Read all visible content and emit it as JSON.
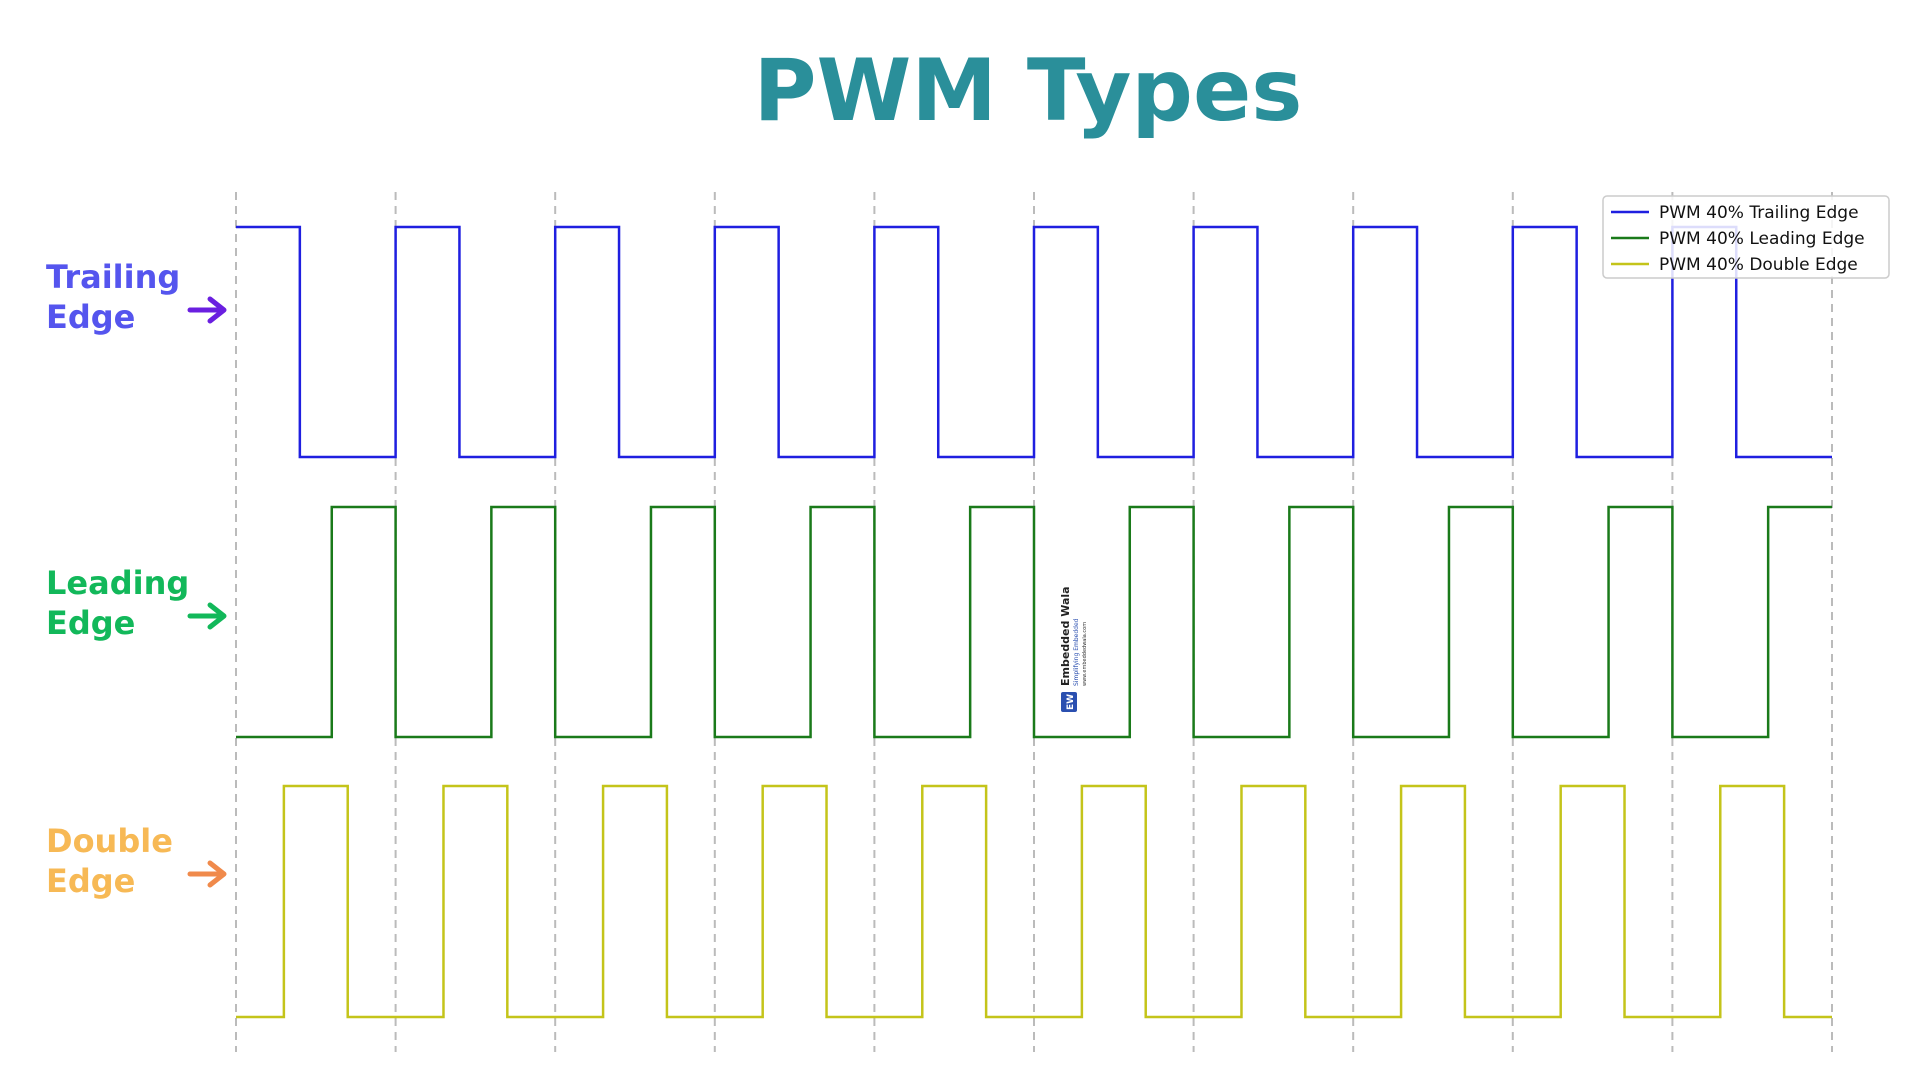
{
  "chart_data": {
    "type": "line",
    "title": "PWM Types",
    "title_color": "#2a8f9a",
    "x": [
      0,
      1,
      2,
      3,
      4,
      5,
      6,
      7,
      8,
      9,
      10
    ],
    "period": 1,
    "duty_cycle": 0.4,
    "xlim": [
      0,
      10
    ],
    "grid": "vertical dashed lines at each period",
    "grid_color": "#bbbbbb",
    "legend_position": "top-right",
    "series": [
      {
        "name": "PWM 40% Trailing Edge",
        "short_label": [
          "Trailing",
          "Edge"
        ],
        "edge": "trailing",
        "color": "#1f1fe0",
        "label_color": "#5555ee",
        "arrow_color": "#6a1fe0",
        "values_low": 0,
        "values_high": 1
      },
      {
        "name": "PWM 40% Leading Edge",
        "short_label": [
          "Leading",
          "Edge"
        ],
        "edge": "leading",
        "color": "#1a7a1a",
        "label_color": "#12b85a",
        "arrow_color": "#12b85a",
        "values_low": 0,
        "values_high": 1
      },
      {
        "name": "PWM 40% Double Edge",
        "short_label": [
          "Double",
          "Edge"
        ],
        "edge": "double",
        "color": "#c4c41a",
        "label_color": "#f7b955",
        "arrow_color": "#f08a4b",
        "values_low": 0,
        "values_high": 1
      }
    ]
  },
  "watermark": {
    "brand": "Embedded Wala",
    "tagline": "Simplifying Embedded",
    "url": "www.embeddedwala.com",
    "badge": "EW"
  }
}
